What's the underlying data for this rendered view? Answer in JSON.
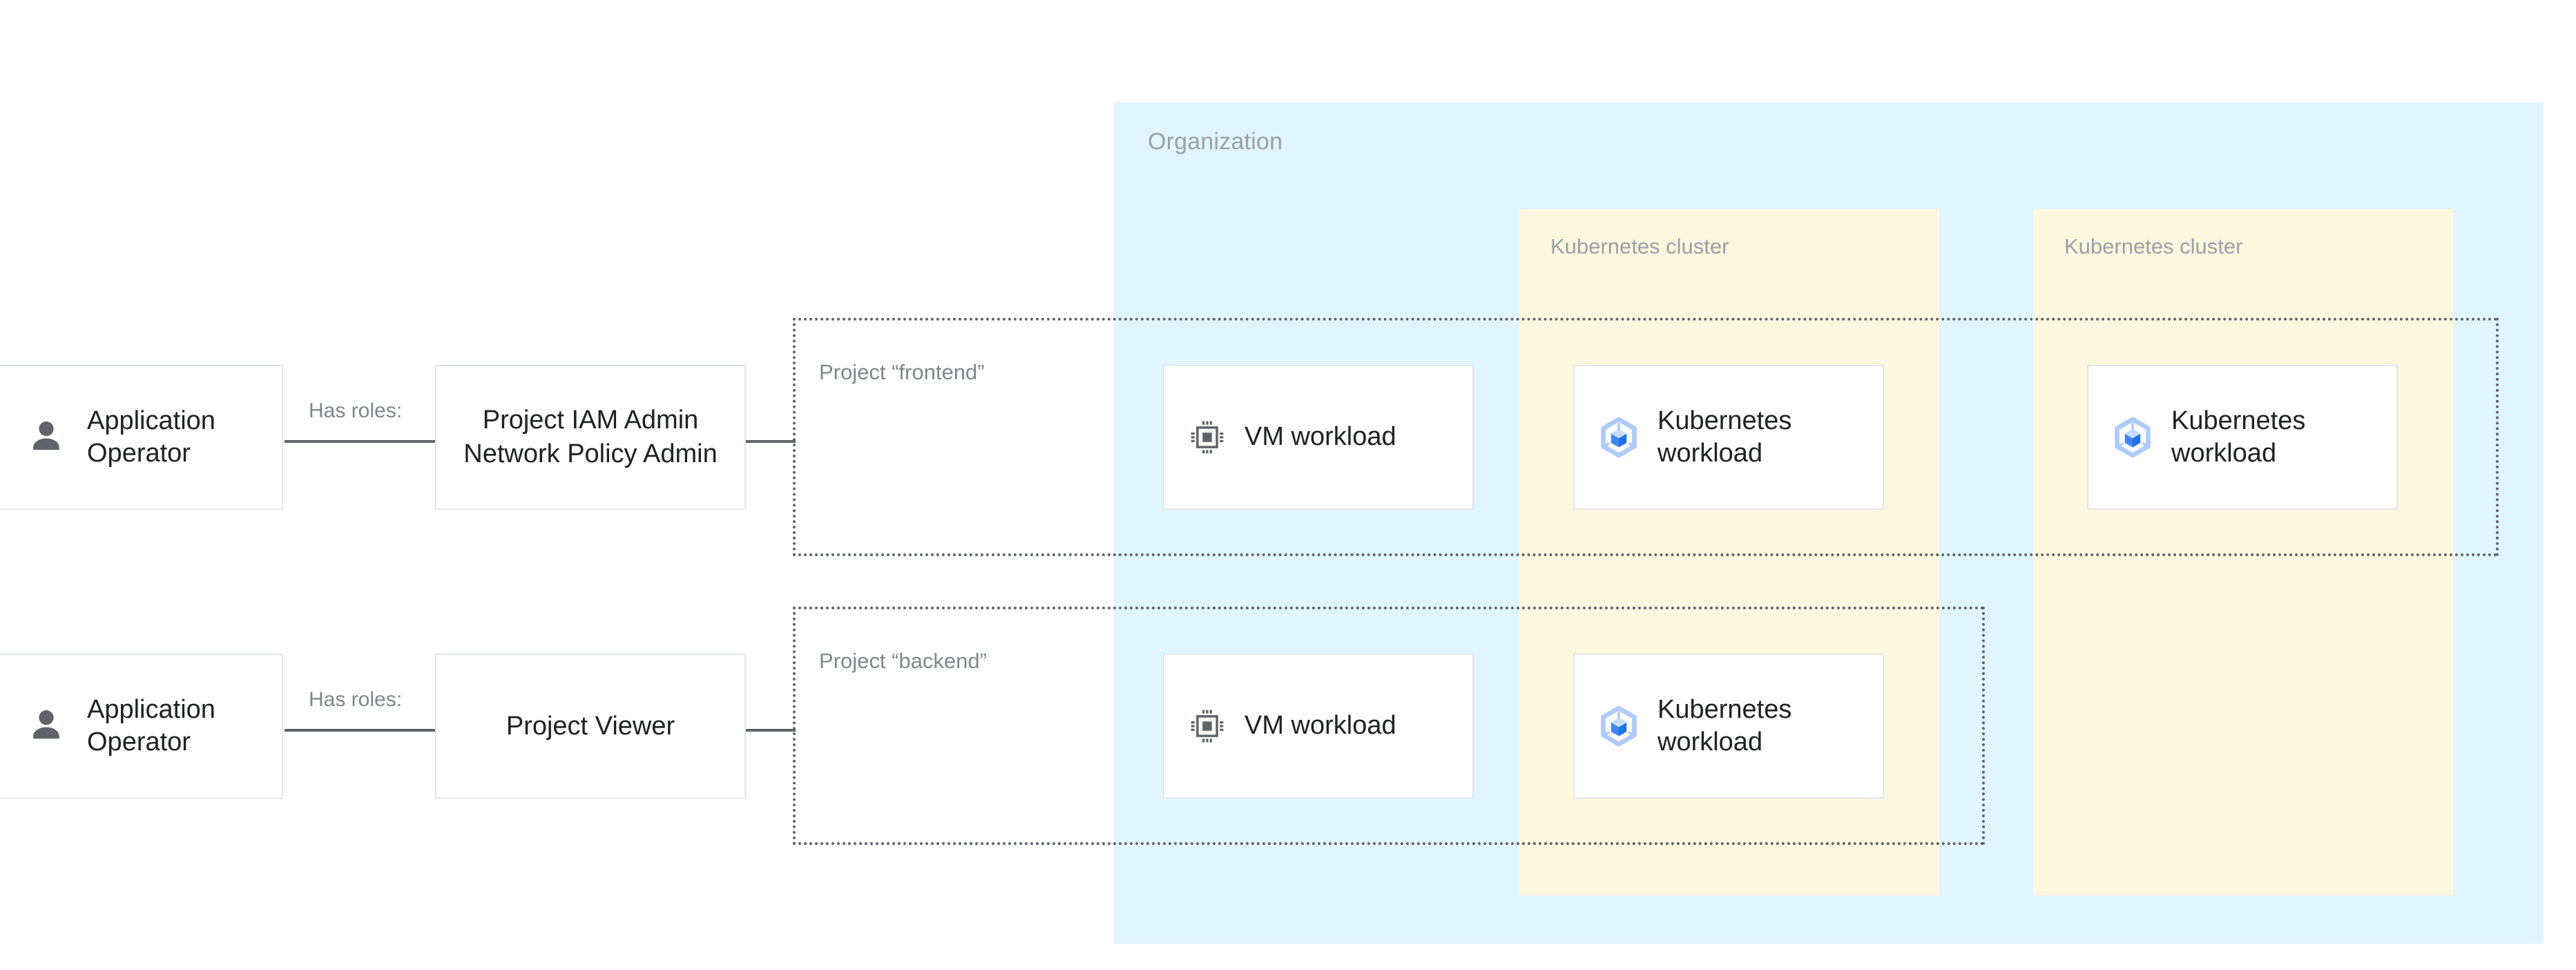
{
  "diagram": {
    "title": "GCP organization IAM roles and workloads",
    "colors": {
      "organization_fill": "#E1F5FE",
      "cluster_fill": "#FEF7E0",
      "card_fill": "#FFFFFF",
      "card_border": "#E4E6E8",
      "container_label": "#9AA0A6",
      "project_label": "#80868B",
      "body_text": "#202124",
      "connector": "#5F6368",
      "person_icon": "#5F6368",
      "vm_icon": "#5F6368",
      "k8s_icon_outer": "#AECBFA",
      "k8s_icon_top": "#C7DCFC",
      "k8s_icon_left": "#4285F4",
      "k8s_icon_right": "#1A73E8"
    }
  },
  "actors": [
    {
      "label": "Application Operator",
      "icon": "person-icon",
      "edge_label": "Has roles:"
    },
    {
      "label": "Application Operator",
      "icon": "person-icon",
      "edge_label": "Has roles:"
    }
  ],
  "roles": [
    {
      "label": "Project IAM Admin Network Policy Admin"
    },
    {
      "label": "Project Viewer"
    }
  ],
  "organization": {
    "label": "Organization",
    "projects": [
      {
        "label": "Project “frontend”"
      },
      {
        "label": "Project “backend”"
      }
    ],
    "clusters": [
      {
        "label": "Kubernetes cluster"
      },
      {
        "label": "Kubernetes cluster"
      }
    ],
    "workloads": [
      {
        "label": "VM workload",
        "icon": "cpu-chip-icon",
        "project": "frontend",
        "container": "project"
      },
      {
        "label": "Kubernetes workload",
        "icon": "kubernetes-icon",
        "project": "frontend",
        "container": "cluster-1"
      },
      {
        "label": "Kubernetes workload",
        "icon": "kubernetes-icon",
        "project": "frontend",
        "container": "cluster-2"
      },
      {
        "label": "VM workload",
        "icon": "cpu-chip-icon",
        "project": "backend",
        "container": "project"
      },
      {
        "label": "Kubernetes workload",
        "icon": "kubernetes-icon",
        "project": "backend",
        "container": "cluster-1"
      }
    ]
  }
}
